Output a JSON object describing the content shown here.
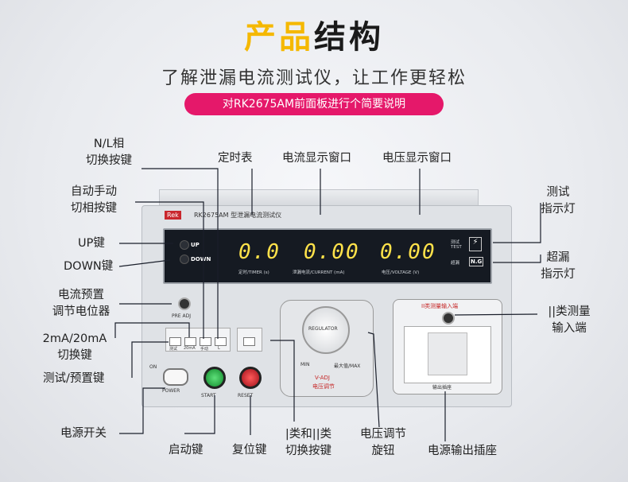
{
  "title": {
    "part1": "产品",
    "part2": "结构"
  },
  "subtitle": "了解泄漏电流测试仪，让工作更轻松",
  "pill": "对RK2675AM前面板进行个简要说明",
  "device": {
    "brand": "Rek",
    "model": "RK2675AM 型泄漏电流测试仪",
    "display": {
      "timer": "0.0",
      "current": "0.00",
      "voltage": "0.00",
      "timer_caption": "定时/TIMER (s)",
      "current_caption": "泄漏电流/CURRENT (mA)",
      "voltage_caption": "电压/VOLTAGE (V)",
      "up": "UP",
      "down": "DOWN",
      "test": "测试",
      "test_en": "TEST",
      "over": "超漏",
      "ng": "N.G"
    },
    "pre_adj": "PRE ADJ",
    "keys": [
      "测试",
      "20mA",
      "手动",
      "L"
    ],
    "dial_text": "REGULATOR",
    "min": "MIN",
    "max": "最大值/MAX",
    "vadj": "V-ADJ",
    "vadj_cn": "电压调节",
    "socket_top": "II类测量输入端",
    "socket_bottom": "输出插座",
    "on": "ON",
    "power": "POWER",
    "start": "START",
    "reset": "RESET"
  },
  "labels": {
    "nl": "N/L相\n切换按键",
    "timer": "定时表",
    "current_window": "电流显示窗口",
    "voltage_window": "电压显示窗口",
    "auto_manual": "自动手动\n切相按键",
    "up": "UP键",
    "down": "DOWN键",
    "pot": "电流预置\n调节电位器",
    "range": "2mA/20mA\n切换键",
    "test_preset": "测试/预置键",
    "power": "电源开关",
    "start": "启动键",
    "reset": "复位键",
    "class": "|类和||类\n切换按键",
    "vknob": "电压调节\n旋钮",
    "socket": "电源输出插座",
    "test_light": "测试\n指示灯",
    "over_light": "超漏\n指示灯",
    "class2": "||类测量\n输入端"
  }
}
